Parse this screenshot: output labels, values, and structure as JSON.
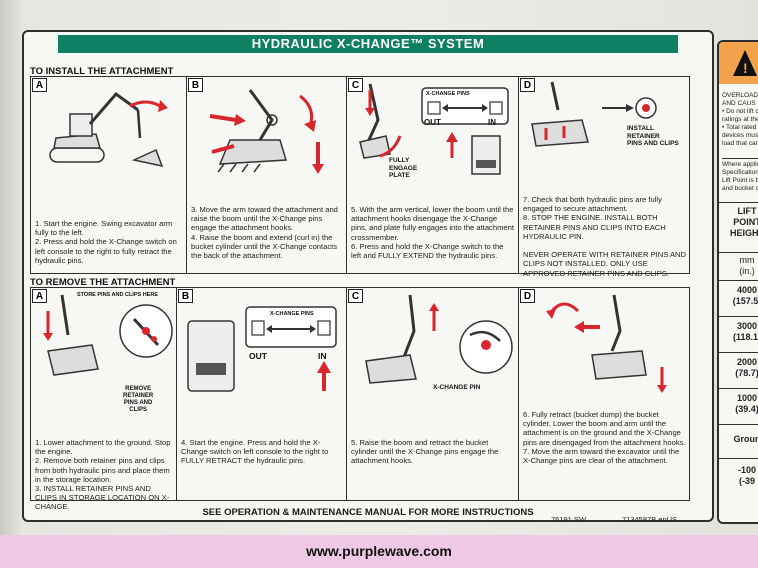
{
  "decal": {
    "title": "HYDRAULIC X-CHANGE™ SYSTEM",
    "install": {
      "header": "TO INSTALL THE ATTACHMENT",
      "steps": [
        {
          "letter": "A",
          "text": "1. Start the engine. Swing excavator arm fully to the left.\n2. Press and hold the X-Change switch on left console to the right to fully retract the hydraulic pins."
        },
        {
          "letter": "B",
          "text": "3. Move the arm toward the attachment and raise the boom until the X-Change pins engage the attachment hooks.\n4. Raise the boom and extend (curl in) the bucket cylinder until the X-Change contacts the back of the attachment."
        },
        {
          "letter": "C",
          "text": "5. With the arm vertical, lower the boom until the attachment hooks disengage the X-Change pins, and plate fully engages into the attachment crossmember.\n6. Press and hold the X-Change switch to the left and FULLY EXTEND the hydraulic pins.",
          "labels": {
            "pins": "X-CHANGE PINS",
            "out": "OUT",
            "in": "IN",
            "plate": "FULLY\nENGAGE\nPLATE"
          }
        },
        {
          "letter": "D",
          "text": "7. Check that both hydraulic pins are fully engaged to secure attachment.\n8. STOP THE ENGINE. INSTALL BOTH RETAINER PINS AND CLIPS INTO EACH HYDRAULIC PIN.\n\nNEVER OPERATE WITH RETAINER PINS AND CLIPS NOT INSTALLED. ONLY USE APPROVED RETAINER PINS AND CLIPS.",
          "labels": {
            "install": "INSTALL\nRETAINER\nPINS AND CLIPS"
          }
        }
      ]
    },
    "remove": {
      "header": "TO REMOVE THE ATTACHMENT",
      "steps": [
        {
          "letter": "A",
          "text": "1. Lower attachment to the ground. Stop the engine.\n2. Remove both retainer pins and clips from both hydraulic pins and place them in the storage location.\n3. INSTALL RETAINER PINS AND CLIPS IN STORAGE LOCATION ON X-CHANGE.",
          "labels": {
            "store": "STORE PINS AND CLIPS HERE",
            "remove": "REMOVE\nRETAINER\nPINS AND\nCLIPS"
          }
        },
        {
          "letter": "B",
          "text": "4. Start the engine. Press and hold the X-Change switch on left console to the right to FULLY RETRACT the hydraulic pins.",
          "labels": {
            "pins": "X-CHANGE PINS",
            "out": "OUT",
            "in": "IN"
          }
        },
        {
          "letter": "C",
          "text": "5. Raise the boom and retract the bucket cylinder until the X-Change pins engage the attachment hooks.",
          "labels": {
            "pin": "X-CHANGE PIN"
          }
        },
        {
          "letter": "D",
          "text": "6. Fully retract (bucket dump) the bucket cylinder. Lower the boom and arm until the attachment is on the ground and the X-Change pins are disengaged from the attachment hooks.\n7. Move the arm toward the excavator until the X-Change pins are clear of the attachment."
        }
      ]
    },
    "footer": "SEE OPERATION & MAINTENANCE MANUAL FOR MORE INSTRUCTIONS",
    "code_left": "76191 SW",
    "code_right": "7134587B enUS"
  },
  "warning": {
    "top_text": "OVERLOAD C\nAND CAUS\n• Do not lift or h\nratings at their s\n• Total rated load i\ndevices must be\nload that can b",
    "mid_text": "Where applica\nSpecifications\nLift Point is bu\nand bucket cy",
    "header": "LIFT\nPOINT\nHEIGHT",
    "units": "mm\n(in.)",
    "rows": [
      "4000\n(157.5)",
      "3000\n(118.1)",
      "2000\n(78.7)",
      "1000\n(39.4)",
      "Groun",
      "-100\n(-39"
    ]
  },
  "watermark": "www.purplewave.com",
  "colors": {
    "title_bg": "#0f7f62",
    "arrow": "#d8262e",
    "warning_orange": "#f2a24a",
    "strip": "#eec8e4"
  }
}
